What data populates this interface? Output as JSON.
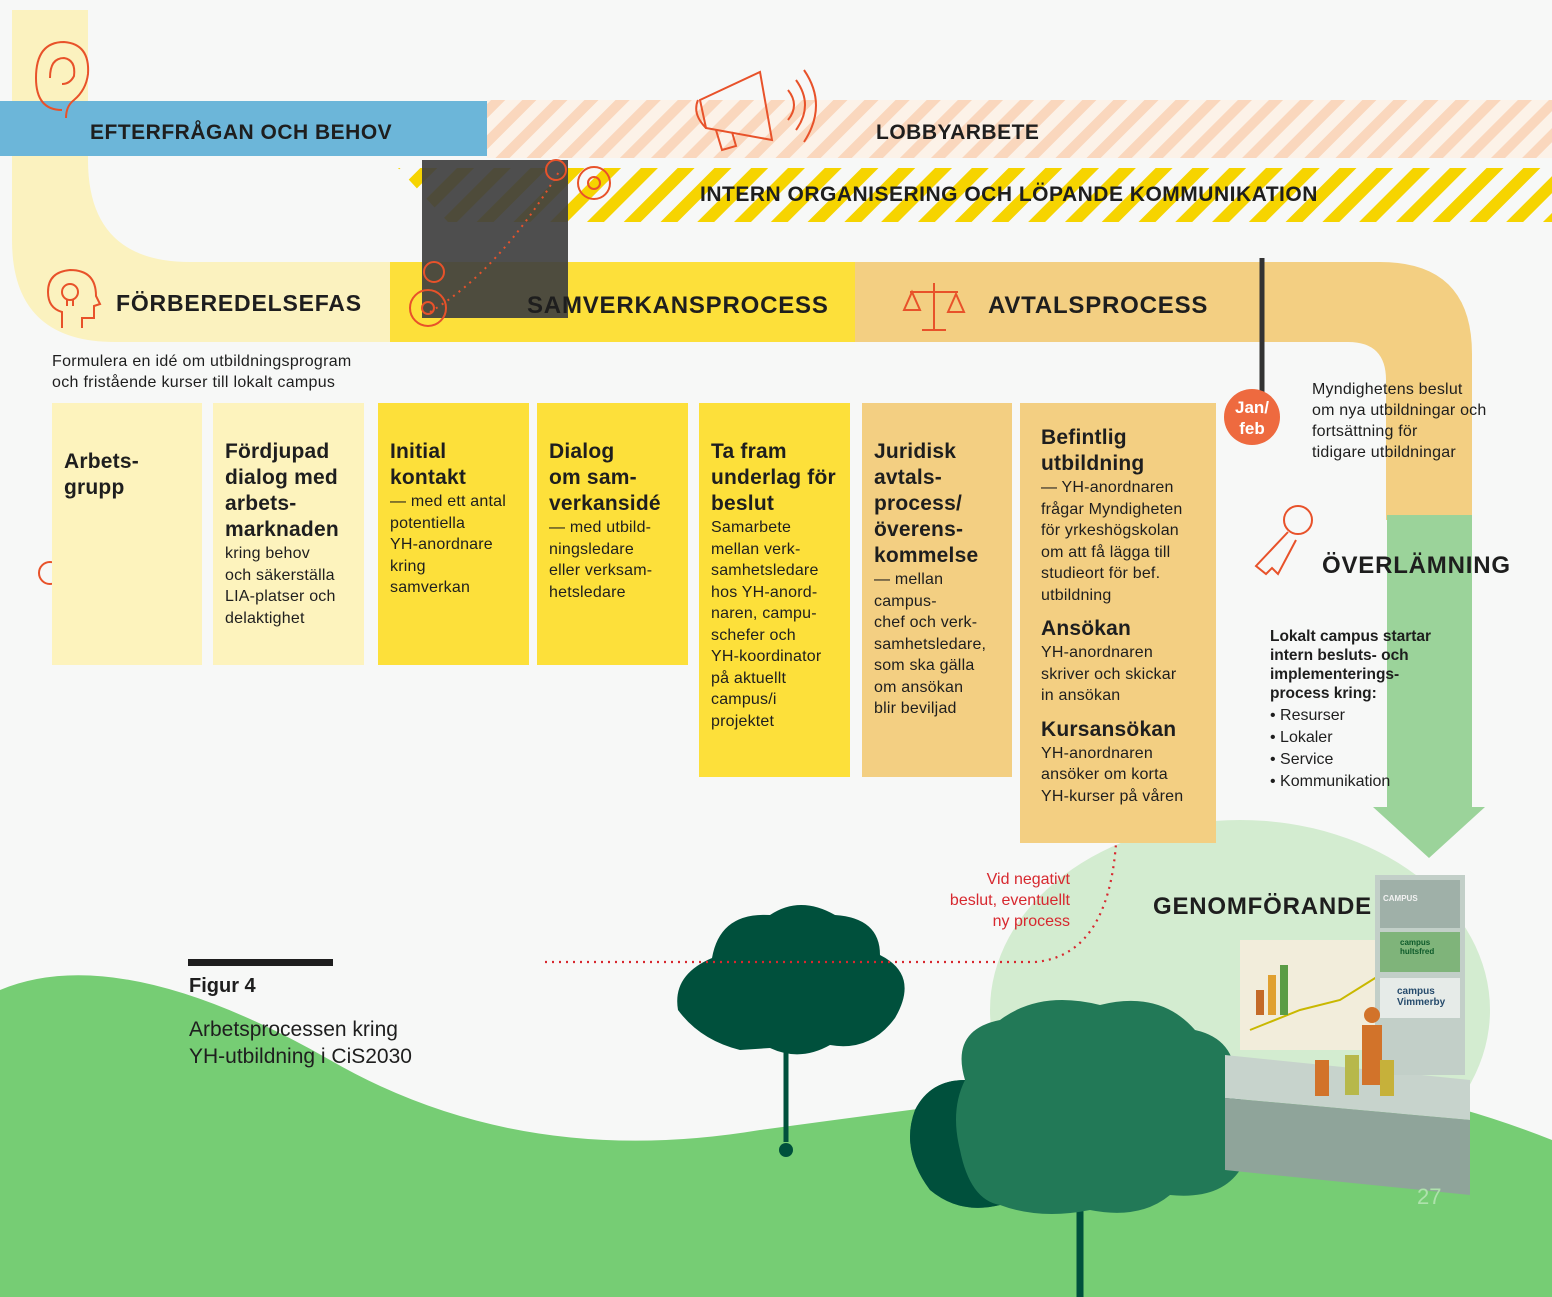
{
  "bands": {
    "demand": "EFTERFRÅGAN OCH BEHOV",
    "lobby": "LOBBYARBETE",
    "internal": "INTERN ORGANISERING OCH LÖPANDE KOMMUNIKATION"
  },
  "phases": {
    "prep": "FÖRBEREDELSEFAS",
    "collab": "SAMVERKANSPROCESS",
    "agreement": "AVTALSPROCESS",
    "handover": "ÖVERLÄMNING",
    "implementation": "GENOMFÖRANDE"
  },
  "prep_description": [
    "Formulera en idé om utbildningsprogram",
    "och fristående kurser till lokalt campus"
  ],
  "cards": [
    {
      "title": [
        "Arbets-",
        "grupp"
      ],
      "body": []
    },
    {
      "title": [
        "Fördjupad",
        "dialog med",
        "arbets-",
        "marknaden"
      ],
      "body": [
        "kring behov",
        "och säkerställa",
        "LIA-platser och",
        "delaktighet"
      ]
    },
    {
      "title": [
        "Initial",
        "kontakt"
      ],
      "body": [
        "— med ett antal",
        "potentiella",
        "YH-anordnare",
        "kring",
        "samverkan"
      ]
    },
    {
      "title": [
        "Dialog",
        "om sam-",
        "verkansidé"
      ],
      "body": [
        "— med utbild-",
        "ningsledare",
        "eller verksam-",
        "hetsledare"
      ]
    },
    {
      "title": [
        "Ta fram",
        "underlag för",
        "beslut"
      ],
      "body": [
        "Samarbete",
        "mellan verk-",
        "samhetsledare",
        "hos YH-anord-",
        "naren, campu-",
        "schefer och",
        "YH-koordinator",
        "på aktuellt",
        "campus/i",
        "projektet"
      ]
    },
    {
      "title": [
        "Juridisk",
        "avtals-",
        "process/",
        "överens-",
        "kommelse"
      ],
      "body": [
        "— mellan",
        "campus-",
        "chef och verk-",
        "samhetsledare,",
        "som ska gälla",
        "om ansökan",
        "blir beviljad"
      ]
    }
  ],
  "card7": [
    {
      "title": [
        "Befintlig",
        "utbildning"
      ],
      "body": [
        "— YH-anordnaren",
        "frågar Myndigheten",
        "för yrkeshögskolan",
        "om att få lägga till",
        "studieort för bef.",
        "utbildning"
      ]
    },
    {
      "title": [
        "Ansökan"
      ],
      "body": [
        "YH-anordnaren",
        "skriver och skickar",
        "in ansökan"
      ]
    },
    {
      "title": [
        "Kursansökan"
      ],
      "body": [
        "YH-anordnaren",
        "ansöker om korta",
        "YH-kurser på våren"
      ]
    }
  ],
  "decision": {
    "badge_line1": "Jan/",
    "badge_line2": "feb",
    "text": [
      "Myndighetens beslut",
      "om nya utbildningar och",
      "fortsättning för",
      "tidigare utbildningar"
    ]
  },
  "handover": {
    "lead": [
      "Lokalt campus startar",
      "intern besluts- och",
      "implementerings-",
      "process kring:"
    ],
    "items": [
      "Resurser",
      "Lokaler",
      "Service",
      "Kommunikation"
    ]
  },
  "negative": [
    "Vid negativt",
    "beslut, eventuellt",
    "ny process"
  ],
  "figure": {
    "label": "Figur 4",
    "caption": [
      "Arbetsprocessen kring",
      "YH-utbildning i CiS2030"
    ]
  },
  "page_number": "27",
  "signs": [
    "CAMPUS",
    "campus hultsfred",
    "campus Vimmerby"
  ],
  "colors": {
    "pale_yellow": "#fdf3bd",
    "yellow": "#fde03a",
    "orange_band": "#f3cf82",
    "blue": "#6cb6d9",
    "green_arrow": "#9bd39a",
    "ground": "#76cd74",
    "tree": "#00503c",
    "accent_red": "#d7282f",
    "icon_orange": "#e8522a",
    "badge": "#ee6a3f"
  },
  "icons": [
    "ear-icon",
    "megaphone-icon",
    "gears-icon",
    "bulb-head-icon",
    "scales-icon",
    "key-icon",
    "network-icon"
  ]
}
